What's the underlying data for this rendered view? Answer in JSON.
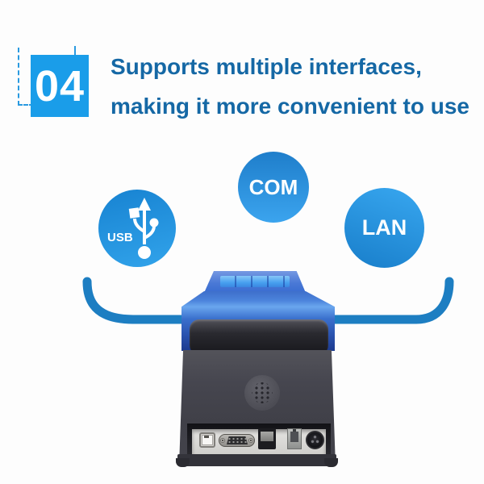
{
  "badge": {
    "number": "04"
  },
  "heading": {
    "line1": "Supports multiple interfaces,",
    "line2": "making it more convenient to use"
  },
  "interfaces": {
    "usb": {
      "label": "USB"
    },
    "com": {
      "label": "COM"
    },
    "lan": {
      "label": "LAN"
    }
  },
  "colors": {
    "accent_blue": "#1a9de9",
    "heading_blue": "#1568a5",
    "swoosh_blue": "#1d7ec2",
    "circle_blue_dark": "#1f7ecb",
    "circle_blue_light": "#3ba4ee"
  },
  "printer": {
    "ports": [
      {
        "name": "usb-b-port"
      },
      {
        "name": "serial-com-port"
      },
      {
        "name": "lan-rj45-port"
      },
      {
        "name": "rj11-port"
      },
      {
        "name": "power-din-port"
      }
    ]
  }
}
